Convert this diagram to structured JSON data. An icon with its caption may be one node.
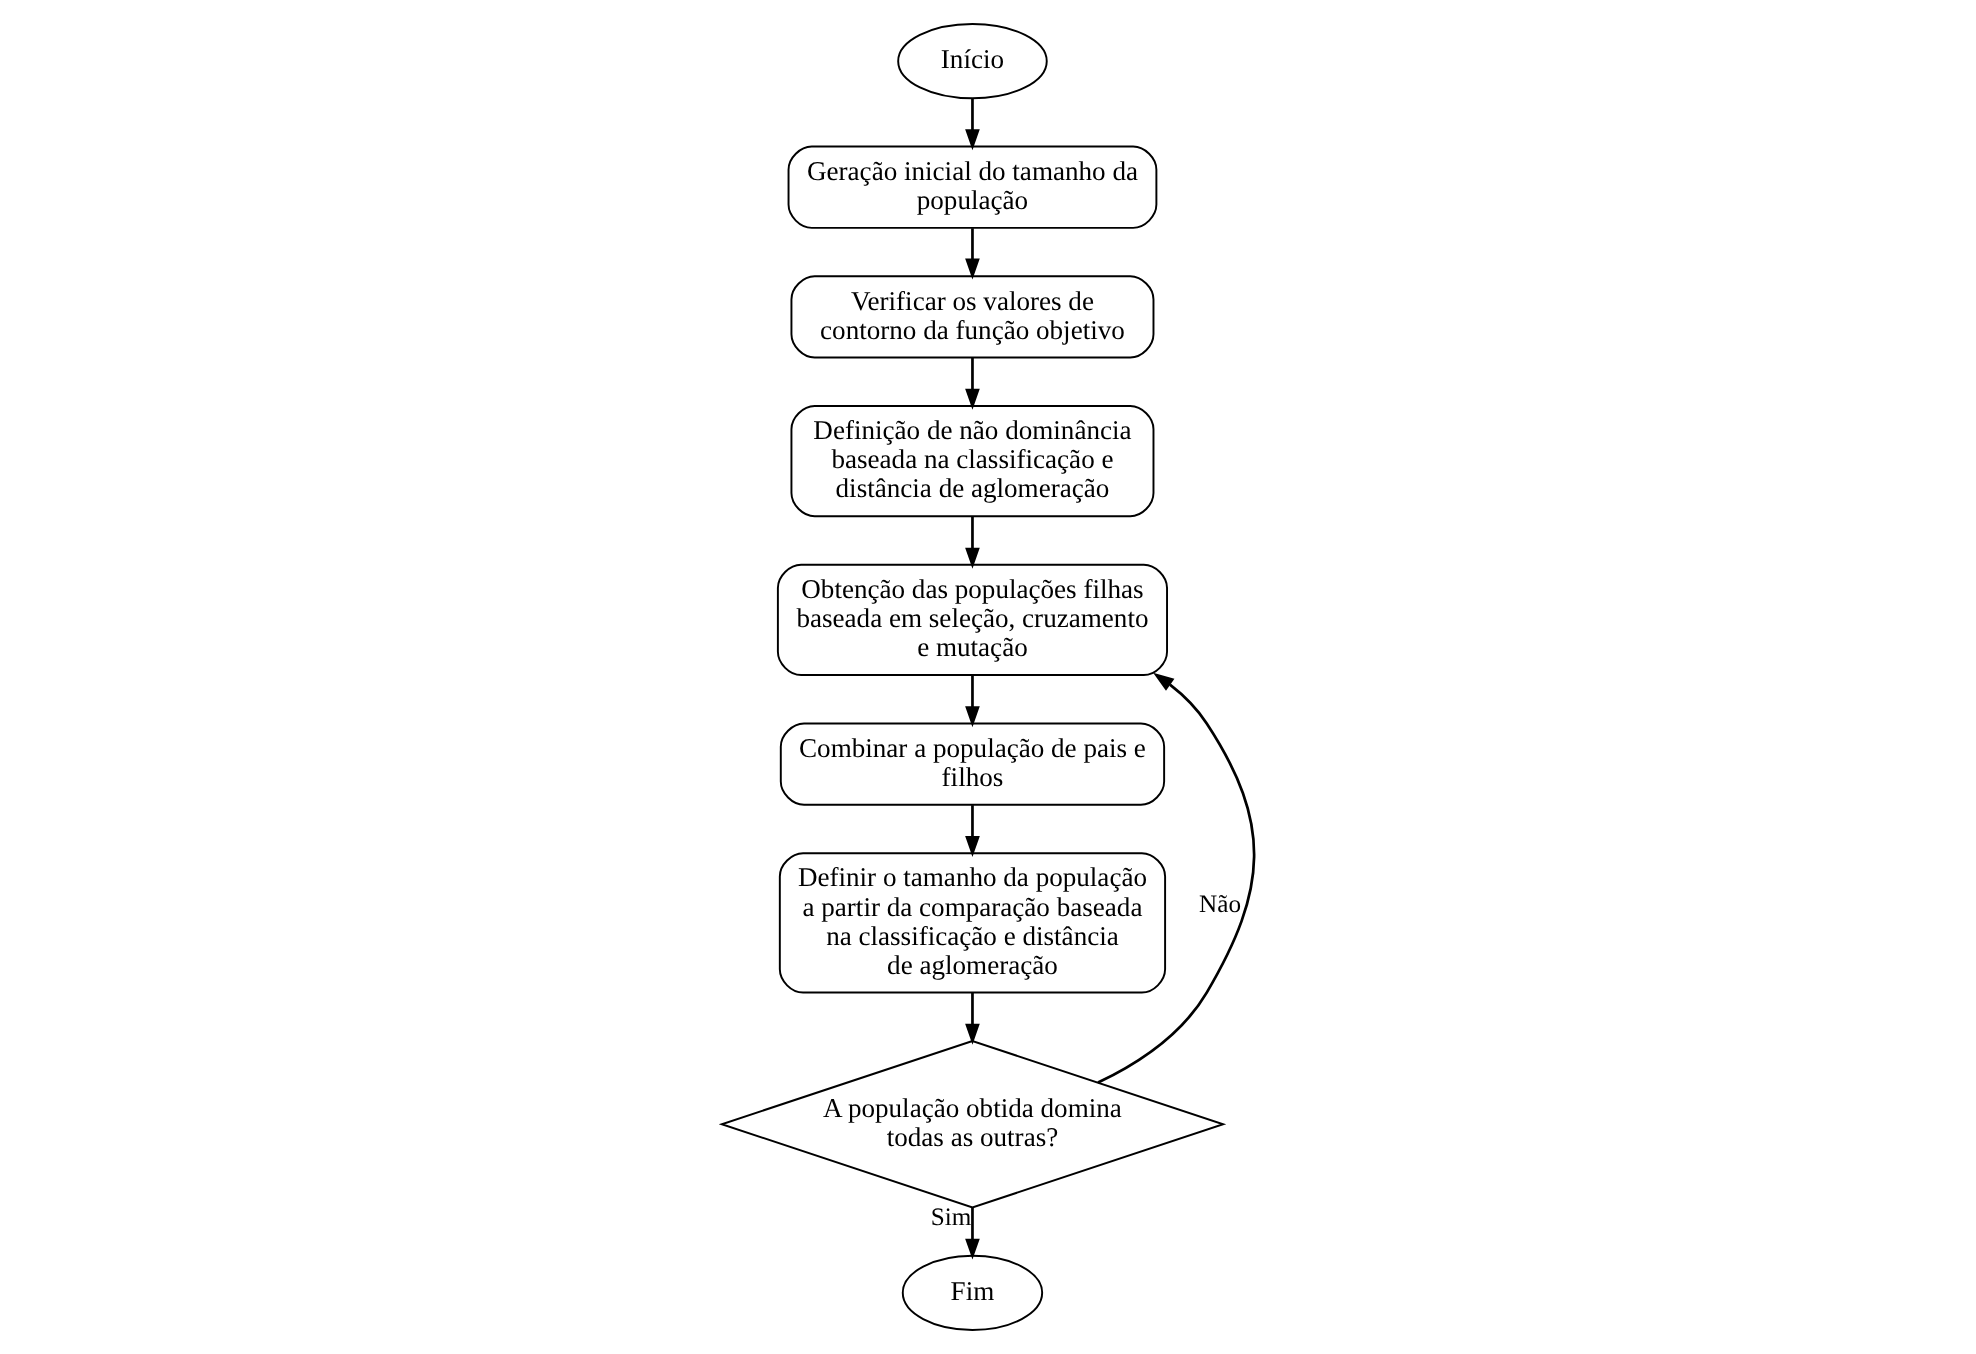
{
  "diagram": {
    "nodes": [
      {
        "text": [
          "Início"
        ]
      },
      {
        "text": [
          "Geração inicial do tamanho da população"
        ]
      },
      {
        "text": [
          "Verificar os valores de contorno da função objetivo"
        ]
      },
      {
        "text": [
          "Definição de não dominância baseada na classificação e distância de aglomeração"
        ]
      },
      {
        "text": [
          "Obtenção das populações filhas baseada em seleção, cruzamento e mutação"
        ]
      },
      {
        "text": [
          "Combinar a população de pais e filhos"
        ]
      },
      {
        "text": [
          "Definir o tamanho da população a partir da comparação baseada na classificação e distância de aglomeração"
        ]
      },
      {
        "text": [
          "A população obtida domina todas as outras?"
        ]
      },
      {
        "text": [
          "Fim"
        ]
      }
    ],
    "edges": [
      {
        "from": 0,
        "to": 1,
        "arrow": "to"
      },
      {
        "from": 1,
        "to": 2,
        "arrow": "to"
      },
      {
        "from": 2,
        "to": 3,
        "arrow": "to"
      },
      {
        "from": 3,
        "to": 4,
        "arrow": "to"
      },
      {
        "from": 4,
        "to": 5,
        "arrow": "to"
      },
      {
        "from": 5,
        "to": 6,
        "arrow": "to"
      },
      {
        "from": 6,
        "to": 7,
        "arrow": "to"
      },
      {
        "from": 7,
        "to": 8,
        "arrow": "to",
        "label": "Sim"
      },
      {
        "from": 7,
        "to": 4,
        "arrow": "to",
        "label": "Não"
      }
    ]
  }
}
